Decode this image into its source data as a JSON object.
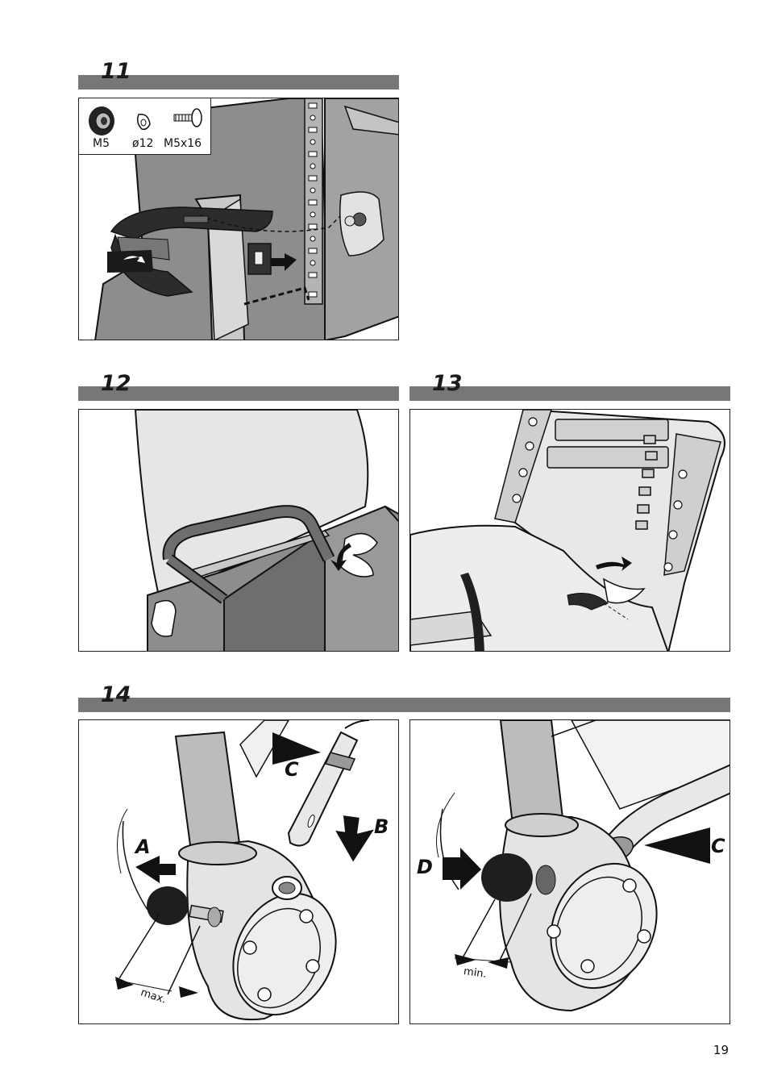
{
  "steps": [
    {
      "number": "11"
    },
    {
      "number": "12"
    },
    {
      "number": "13"
    },
    {
      "number": "14"
    }
  ],
  "parts": {
    "nut": "M5",
    "washer": "ø12",
    "screw": "M5x16"
  },
  "callouts": {
    "a": "A",
    "b": "B",
    "c": "C",
    "d": "D"
  },
  "dimensions": {
    "max": "max.",
    "min": "min."
  },
  "page_number": "19",
  "colors": {
    "header_bar": "#777777",
    "shade_dark": "#6e6e6e",
    "shade_mid": "#9a9a9a",
    "shade_light": "#c8c8c8"
  },
  "icons": [
    "nut-icon",
    "washer-icon",
    "screw-icon",
    "arrow-icon"
  ]
}
